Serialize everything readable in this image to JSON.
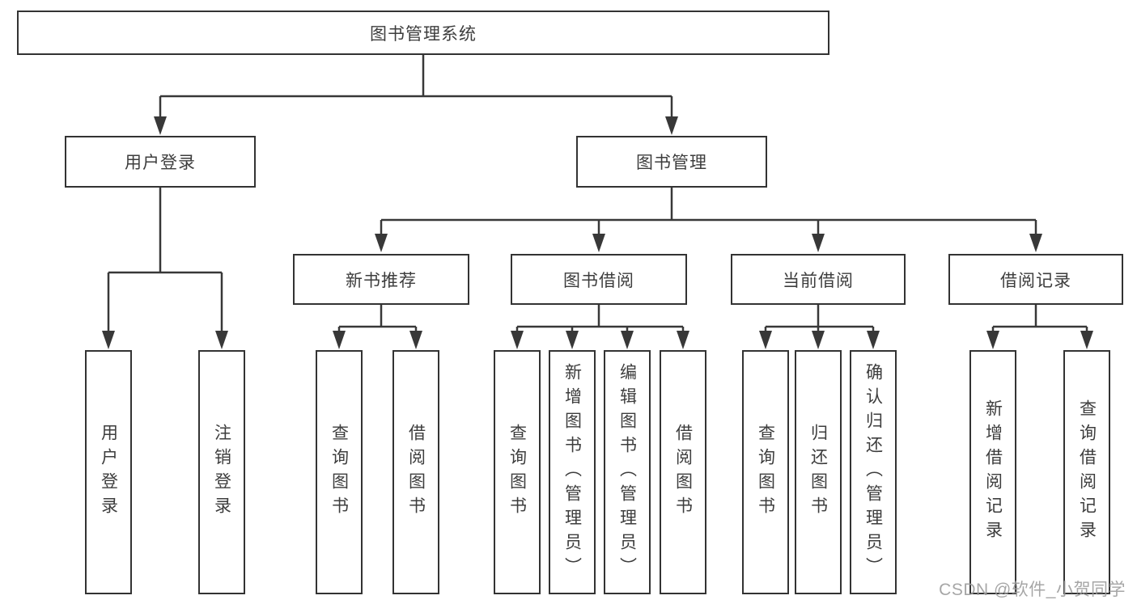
{
  "diagram": {
    "title": "图书管理系统",
    "level2": [
      {
        "label": "用户登录"
      },
      {
        "label": "图书管理"
      }
    ],
    "level3": [
      {
        "label": "新书推荐"
      },
      {
        "label": "图书借阅"
      },
      {
        "label": "当前借阅"
      },
      {
        "label": "借阅记录"
      }
    ],
    "leaves": {
      "user_login": "用户登录",
      "logout": "注销登录",
      "rec_query_books": "查询图书",
      "rec_borrow_books": "借阅图书",
      "borrow_query_books": "查询图书",
      "borrow_add_books_admin": "新增图书（管理员）",
      "borrow_edit_books_admin": "编辑图书（管理员）",
      "borrow_borrow_books": "借阅图书",
      "current_query_books": "查询图书",
      "current_return_books": "归还图书",
      "current_confirm_return_admin": "确认归还（管理员）",
      "records_add_record": "新增借阅记录",
      "records_query_record": "查询借阅记录"
    },
    "watermark": "CSDN @软件_小贺同学",
    "colors": {
      "line": "#383838",
      "box_border": "#333333",
      "text": "#3d3d3d",
      "watermark": "#9d9d9d",
      "background": "#ffffff"
    }
  }
}
